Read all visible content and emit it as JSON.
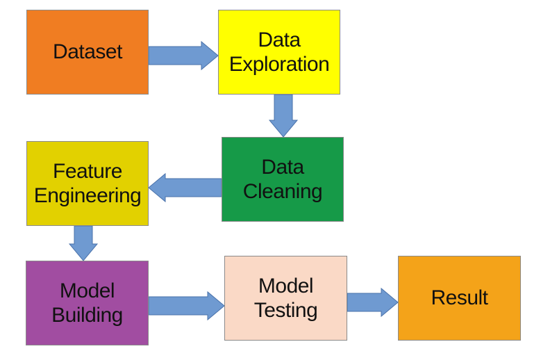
{
  "diagram": {
    "nodes": [
      {
        "id": "dataset",
        "lines": [
          "Dataset"
        ],
        "color": "#F07D22"
      },
      {
        "id": "exploration",
        "lines": [
          "Data",
          "Exploration"
        ],
        "color": "#FFFF00"
      },
      {
        "id": "cleaning",
        "lines": [
          "Data",
          "Cleaning"
        ],
        "color": "#169A48"
      },
      {
        "id": "feature",
        "lines": [
          "Feature",
          "Engineering"
        ],
        "color": "#E2D100"
      },
      {
        "id": "building",
        "lines": [
          "Model",
          "Building"
        ],
        "color": "#A14DA1"
      },
      {
        "id": "testing",
        "lines": [
          "Model",
          "Testing"
        ],
        "color": "#FAD9C6"
      },
      {
        "id": "result",
        "lines": [
          "Result"
        ],
        "color": "#F4A319"
      }
    ],
    "edges": [
      {
        "from": "dataset",
        "to": "exploration"
      },
      {
        "from": "exploration",
        "to": "cleaning"
      },
      {
        "from": "cleaning",
        "to": "feature"
      },
      {
        "from": "feature",
        "to": "building"
      },
      {
        "from": "building",
        "to": "testing"
      },
      {
        "from": "testing",
        "to": "result"
      }
    ],
    "arrow_color": "#6F9AD1",
    "arrow_outline": "#4A72AA"
  }
}
